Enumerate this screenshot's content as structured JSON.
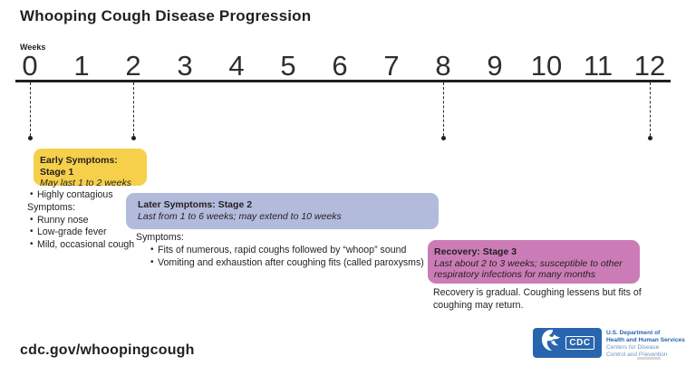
{
  "title": "Whooping Cough Disease Progression",
  "timeline": {
    "axis_label": "Weeks",
    "ticks": [
      "0",
      "1",
      "2",
      "3",
      "4",
      "5",
      "6",
      "7",
      "8",
      "9",
      "10",
      "11",
      "12"
    ],
    "marker_weeks": [
      0,
      2,
      8,
      12
    ]
  },
  "stages": {
    "stage1": {
      "name": "Early Symptoms: Stage 1",
      "duration": "May last 1 to 2 weeks",
      "color": "#f6d04b",
      "week_start": 0,
      "week_end": 2
    },
    "stage2": {
      "name": "Later Symptoms: Stage 2",
      "duration": "Last from 1 to 6 weeks; may extend to 10 weeks",
      "color": "#b3bbdc",
      "week_start": 2,
      "week_end": 8
    },
    "stage3": {
      "name": "Recovery: Stage 3",
      "duration": "Last about 2 to 3 weeks; susceptible to other respiratory infections for many months",
      "color": "#cb7cb6",
      "week_start": 8,
      "week_end": 12
    }
  },
  "stage1_notes": {
    "bullets_top": [
      "Highly contagious"
    ],
    "symptoms_label": "Symptoms:",
    "symptoms": [
      "Runny nose",
      "Low-grade fever",
      "Mild, occasional cough"
    ]
  },
  "stage2_notes": {
    "symptoms_label": "Symptoms:",
    "symptoms": [
      "Fits of numerous, rapid coughs followed by “whoop” sound",
      "Vomiting and exhaustion after coughing fits (called paroxysms)"
    ]
  },
  "stage3_notes": {
    "text": "Recovery is gradual. Coughing lessens but fits of coughing may return."
  },
  "footer": {
    "url": "cdc.gov/whoopingcough",
    "logo": {
      "cdc_label": "CDC",
      "dept_line1": "U.S. Department of",
      "dept_line2": "Health and Human Services",
      "org_line1": "Centers for Disease",
      "org_line2": "Control and Prevention"
    }
  }
}
